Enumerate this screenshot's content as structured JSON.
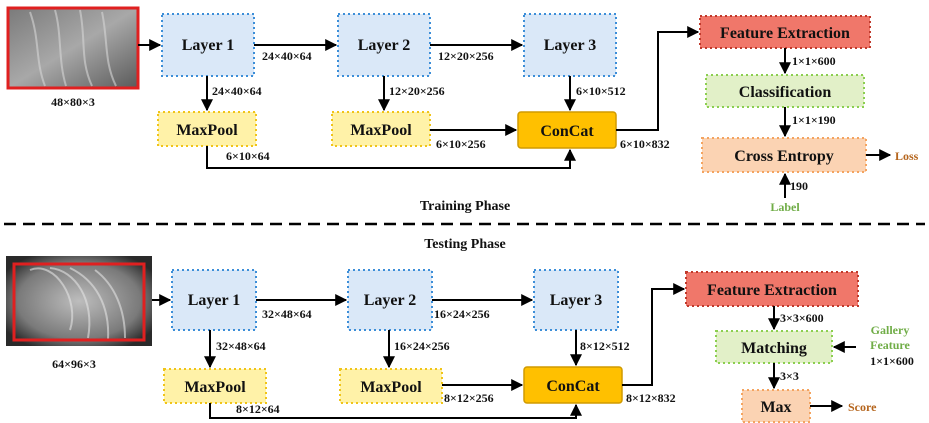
{
  "colors": {
    "layer_fill": "#dae8f8",
    "layer_border": "#3c8ed8",
    "maxpool_fill": "#fff2a8",
    "maxpool_border": "#f0c419",
    "concat_fill": "#ffc000",
    "concat_border": "#d09a00",
    "fe_fill": "#f0776a",
    "fe_border": "#c0392b",
    "class_fill": "#e2f0c8",
    "class_border": "#8ccf50",
    "ce_fill": "#fbd3b3",
    "ce_border": "#f4a460",
    "image_border": "#e02020",
    "loss_text": "#b5651d",
    "label_text": "#70ad47"
  },
  "training": {
    "input_dim": "48×80×3",
    "layer1": "Layer 1",
    "layer2": "Layer 2",
    "layer3": "Layer 3",
    "maxpool1": "MaxPool",
    "maxpool2": "MaxPool",
    "concat": "ConCat",
    "feature_extraction": "Feature Extraction",
    "classification": "Classification",
    "cross_entropy": "Cross Entropy",
    "loss": "Loss",
    "label": "Label",
    "label_dim": "190",
    "d_l1_l2": "24×40×64",
    "d_l1_mp": "24×40×64",
    "d_l2_l3": "12×20×256",
    "d_l2_mp": "12×20×256",
    "d_l3_cc": "6×10×512",
    "d_mp1_cc": "6×10×64",
    "d_mp2_cc": "6×10×256",
    "d_cc_fe": "6×10×832",
    "d_fe_cl": "1×1×600",
    "d_cl_ce": "1×1×190"
  },
  "phase_labels": {
    "training": "Training Phase",
    "testing": "Testing Phase"
  },
  "testing": {
    "input_dim": "64×96×3",
    "layer1": "Layer 1",
    "layer2": "Layer 2",
    "layer3": "Layer 3",
    "maxpool1": "MaxPool",
    "maxpool2": "MaxPool",
    "concat": "ConCat",
    "feature_extraction": "Feature Extraction",
    "matching": "Matching",
    "max": "Max",
    "score": "Score",
    "gallery_line1": "Gallery",
    "gallery_line2": "Feature",
    "gallery_dim": "1×1×600",
    "d_l1_l2": "32×48×64",
    "d_l1_mp": "32×48×64",
    "d_l2_l3": "16×24×256",
    "d_l2_mp": "16×24×256",
    "d_l3_cc": "8×12×512",
    "d_mp1_cc": "8×12×64",
    "d_mp2_cc": "8×12×256",
    "d_cc_fe": "8×12×832",
    "d_fe_m": "3×3×600",
    "d_m_max": "3×3"
  }
}
